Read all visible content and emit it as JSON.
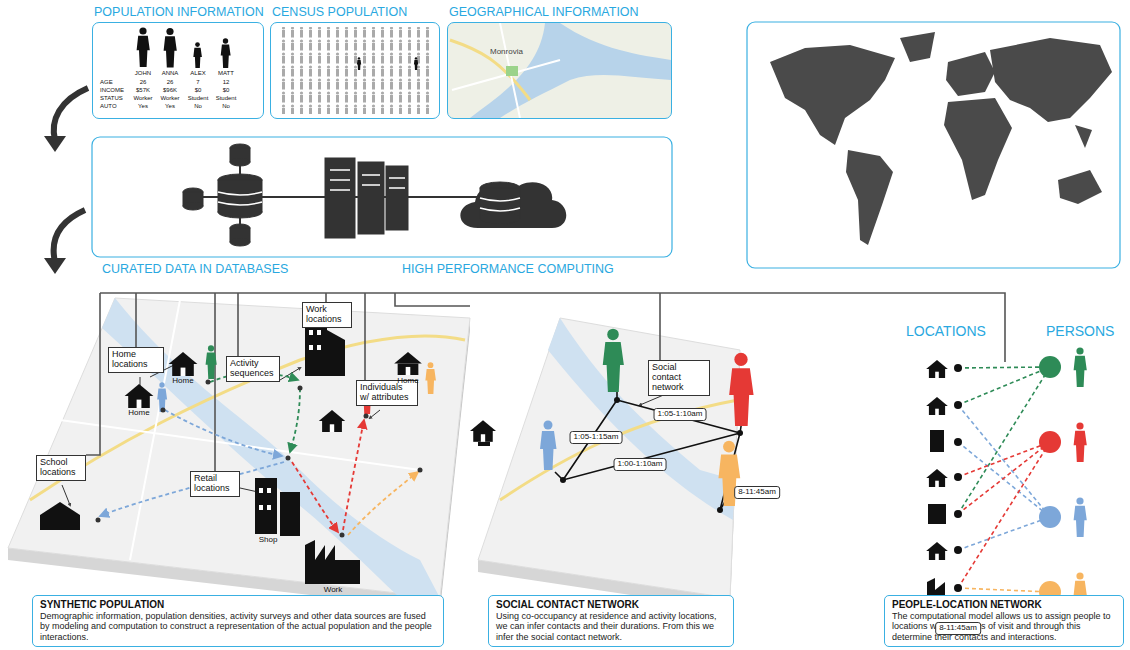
{
  "diagram": {
    "nodes": [
      {
        "text": [
          "POPULATION INFORMATION"
        ]
      },
      {
        "text": [
          "CENSUS POPULATION"
        ]
      },
      {
        "text": [
          "GEOGRAPHICAL INFORMATION"
        ]
      },
      {
        "text": [
          "Home locations"
        ]
      },
      {
        "text": [
          "Activity sequences"
        ]
      },
      {
        "text": [
          "Work locations"
        ]
      },
      {
        "text": [
          "Individuals w/ attributes"
        ]
      },
      {
        "text": [
          "School locations"
        ]
      },
      {
        "text": [
          "Retail locations"
        ]
      },
      {
        "text": [
          "Social contact network"
        ]
      },
      {
        "text": [
          "SYNTHETIC POPULATION",
          "Demographic information, population densities, activity surveys and other data sources are fused by modeling and computation to construct a representation of the actual population and the people interactions."
        ]
      },
      {
        "text": [
          "SOCIAL CONTACT NETWORK",
          "Using co-occupancy at residence and activity locations, we can infer contacts and their durations. From this we infer the social contact network."
        ]
      },
      {
        "text": [
          "PEOPLE-LOCATION NETWORK",
          "The computational model allows us to assign people to locations with durations of visit and through this determine their contacts and interactions."
        ]
      }
    ],
    "labels": [
      "JOHN",
      "ANNA",
      "ALEX",
      "MATT",
      "AGE",
      "26",
      "26",
      "7",
      "12",
      "INCOME",
      "$57K",
      "$96K",
      "$0",
      "$0",
      "STATUS",
      "Worker",
      "Worker",
      "Student",
      "Student",
      "AUTO",
      "Yes",
      "Yes",
      "No",
      "No",
      "Monrovia",
      "CURATED DATA IN DATABASES",
      "HIGH PERFORMANCE COMPUTING",
      "Home",
      "Home",
      "Shop",
      "Work",
      "Home",
      "1:05-1:15am",
      "1:05-1:10am",
      "1:00-1:10am",
      "8-11:45am",
      "LOCATIONS",
      "PERSONS",
      "8-11:45am"
    ]
  }
}
